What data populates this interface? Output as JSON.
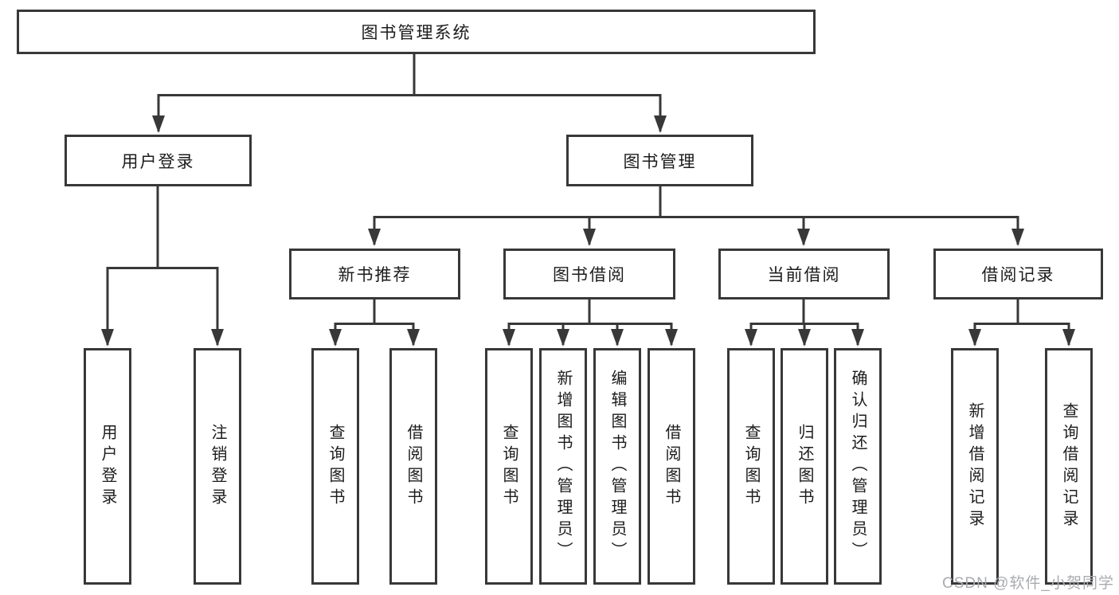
{
  "diagram": {
    "type": "tree",
    "title": "图书管理系统",
    "watermark": "CSDN @软件_小贺同学",
    "colors": {
      "line": "#383838",
      "box_border": "#383838",
      "box_fill": "#ffffff",
      "text": "#1c1c1c",
      "watermark": "#a9abaf",
      "background": "#ffffff"
    },
    "nodes": {
      "root": {
        "label": "图书管理系统"
      },
      "user_login": {
        "label": "用户登录"
      },
      "book_mgmt": {
        "label": "图书管理"
      },
      "new_book_rec": {
        "label": "新书推荐"
      },
      "book_borrow": {
        "label": "图书借阅"
      },
      "current_borrow": {
        "label": "当前借阅"
      },
      "borrow_records": {
        "label": "借阅记录"
      },
      "leaf_user_login": {
        "label": "用户登录"
      },
      "leaf_logout": {
        "label": "注销登录"
      },
      "leaf_query_book_1": {
        "label": "查询图书"
      },
      "leaf_borrow_book_1": {
        "label": "借阅图书"
      },
      "leaf_query_book_2": {
        "label": "查询图书"
      },
      "leaf_add_book": {
        "label": "新增图书（管理员）"
      },
      "leaf_edit_book": {
        "label": "编辑图书（管理员）"
      },
      "leaf_borrow_book_2": {
        "label": "借阅图书"
      },
      "leaf_query_book_3": {
        "label": "查询图书"
      },
      "leaf_return_book": {
        "label": "归还图书"
      },
      "leaf_confirm_return": {
        "label": "确认归还（管理员）"
      },
      "leaf_add_record": {
        "label": "新增借阅记录"
      },
      "leaf_query_record": {
        "label": "查询借阅记录"
      }
    },
    "hierarchy": {
      "图书管理系统": {
        "用户登录": [
          "用户登录",
          "注销登录"
        ],
        "图书管理": {
          "新书推荐": [
            "查询图书",
            "借阅图书"
          ],
          "图书借阅": [
            "查询图书",
            "新增图书（管理员）",
            "编辑图书（管理员）",
            "借阅图书"
          ],
          "当前借阅": [
            "查询图书",
            "归还图书",
            "确认归还（管理员）"
          ],
          "借阅记录": [
            "新增借阅记录",
            "查询借阅记录"
          ]
        }
      }
    }
  }
}
